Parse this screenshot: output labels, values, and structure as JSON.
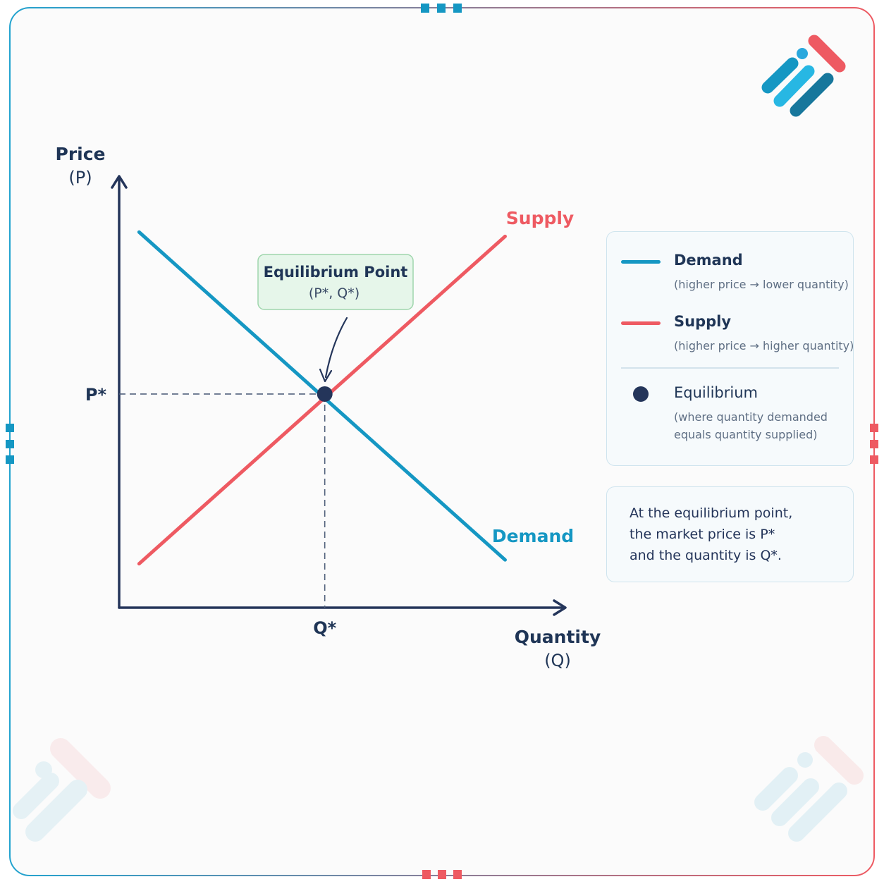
{
  "colors": {
    "demand": "#1597c3",
    "supply": "#ee5a62",
    "axis": "#24355a",
    "text_dark": "#1f3556",
    "annotation_fill": "#e6f6ea",
    "annotation_border": "#9fd6ad"
  },
  "icons": [
    "logo-stripes-icon"
  ],
  "chart_data": {
    "type": "line",
    "title": "",
    "x_axis": {
      "label": "Quantity",
      "symbol": "(Q)",
      "tick_label": "Q*",
      "ticks_numeric": false
    },
    "y_axis": {
      "label": "Price",
      "symbol": "(P)",
      "tick_label": "P*",
      "ticks_numeric": false
    },
    "xlim": [
      0,
      100
    ],
    "ylim": [
      0,
      100
    ],
    "series": [
      {
        "name": "Supply",
        "color": "#ee5a62",
        "x": [
          4.5,
          86.9
        ],
        "y": [
          10.2,
          86.2
        ]
      },
      {
        "name": "Demand",
        "color": "#1597c3",
        "x": [
          4.5,
          86.9
        ],
        "y": [
          87.2,
          11.1
        ]
      }
    ],
    "equilibrium": {
      "x": 46.3,
      "y": 49.6,
      "x_label": "Q*",
      "y_label": "P*"
    },
    "annotation": {
      "title": "Equilibrium Point",
      "subtitle": "(P*, Q*)"
    },
    "legend": {
      "position": "right",
      "items": [
        {
          "name": "Demand",
          "desc": [
            "(higher price → lower quantity)"
          ]
        },
        {
          "name": "Supply",
          "desc": [
            "(higher price → higher quantity)"
          ]
        },
        {
          "name": "Equilibrium",
          "desc": [
            "(where quantity demanded",
            "equals quantity supplied)"
          ]
        }
      ]
    },
    "note": "At the equilibrium point,\nthe market price is P*\nand the quantity is Q*.",
    "grid": false
  }
}
